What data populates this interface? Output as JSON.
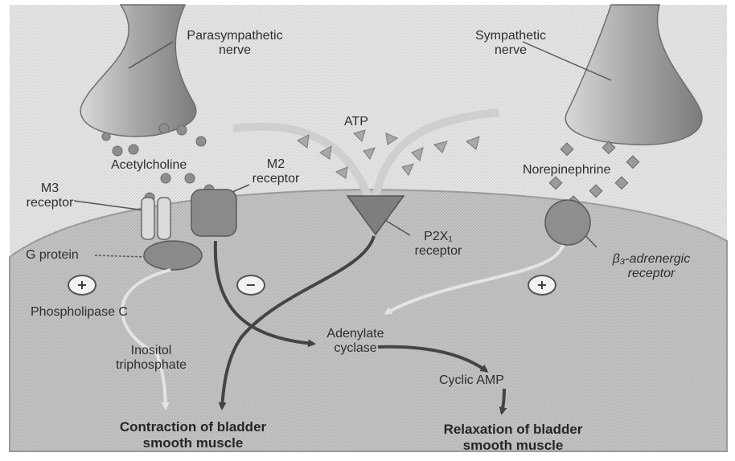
{
  "labels": {
    "parasympathetic_nerve": "Parasympathetic\nnerve",
    "sympathetic_nerve": "Sympathetic\nnerve",
    "atp": "ATP",
    "acetylcholine": "Acetylcholine",
    "m2_receptor": "M2\nreceptor",
    "m3_receptor": "M3\nreceptor",
    "norepinephrine": "Norepinephrine",
    "g_protein": "G protein",
    "p2x1_receptor": "P2X₁\nreceptor",
    "beta3_receptor": "β₃-adrenergic\nreceptor",
    "phospholipase_c": "Phospholipase C",
    "adenylate_cyclase": "Adenylate\ncyclase",
    "inositol_triphosphate": "Inositol\ntriphosphate",
    "cyclic_amp": "Cyclic AMP",
    "contraction": "Contraction of bladder\nsmooth muscle",
    "relaxation": "Relaxation of bladder\nsmooth muscle"
  },
  "signs": {
    "m3_effect": "+",
    "m2_effect": "−",
    "beta3_effect": "+"
  },
  "colors": {
    "cell_fill": "#bdbdbd",
    "background": "#ebebeb",
    "nerve_fill": "#a8a8a8",
    "arrow": "#444444",
    "text": "#2e2e2e"
  }
}
